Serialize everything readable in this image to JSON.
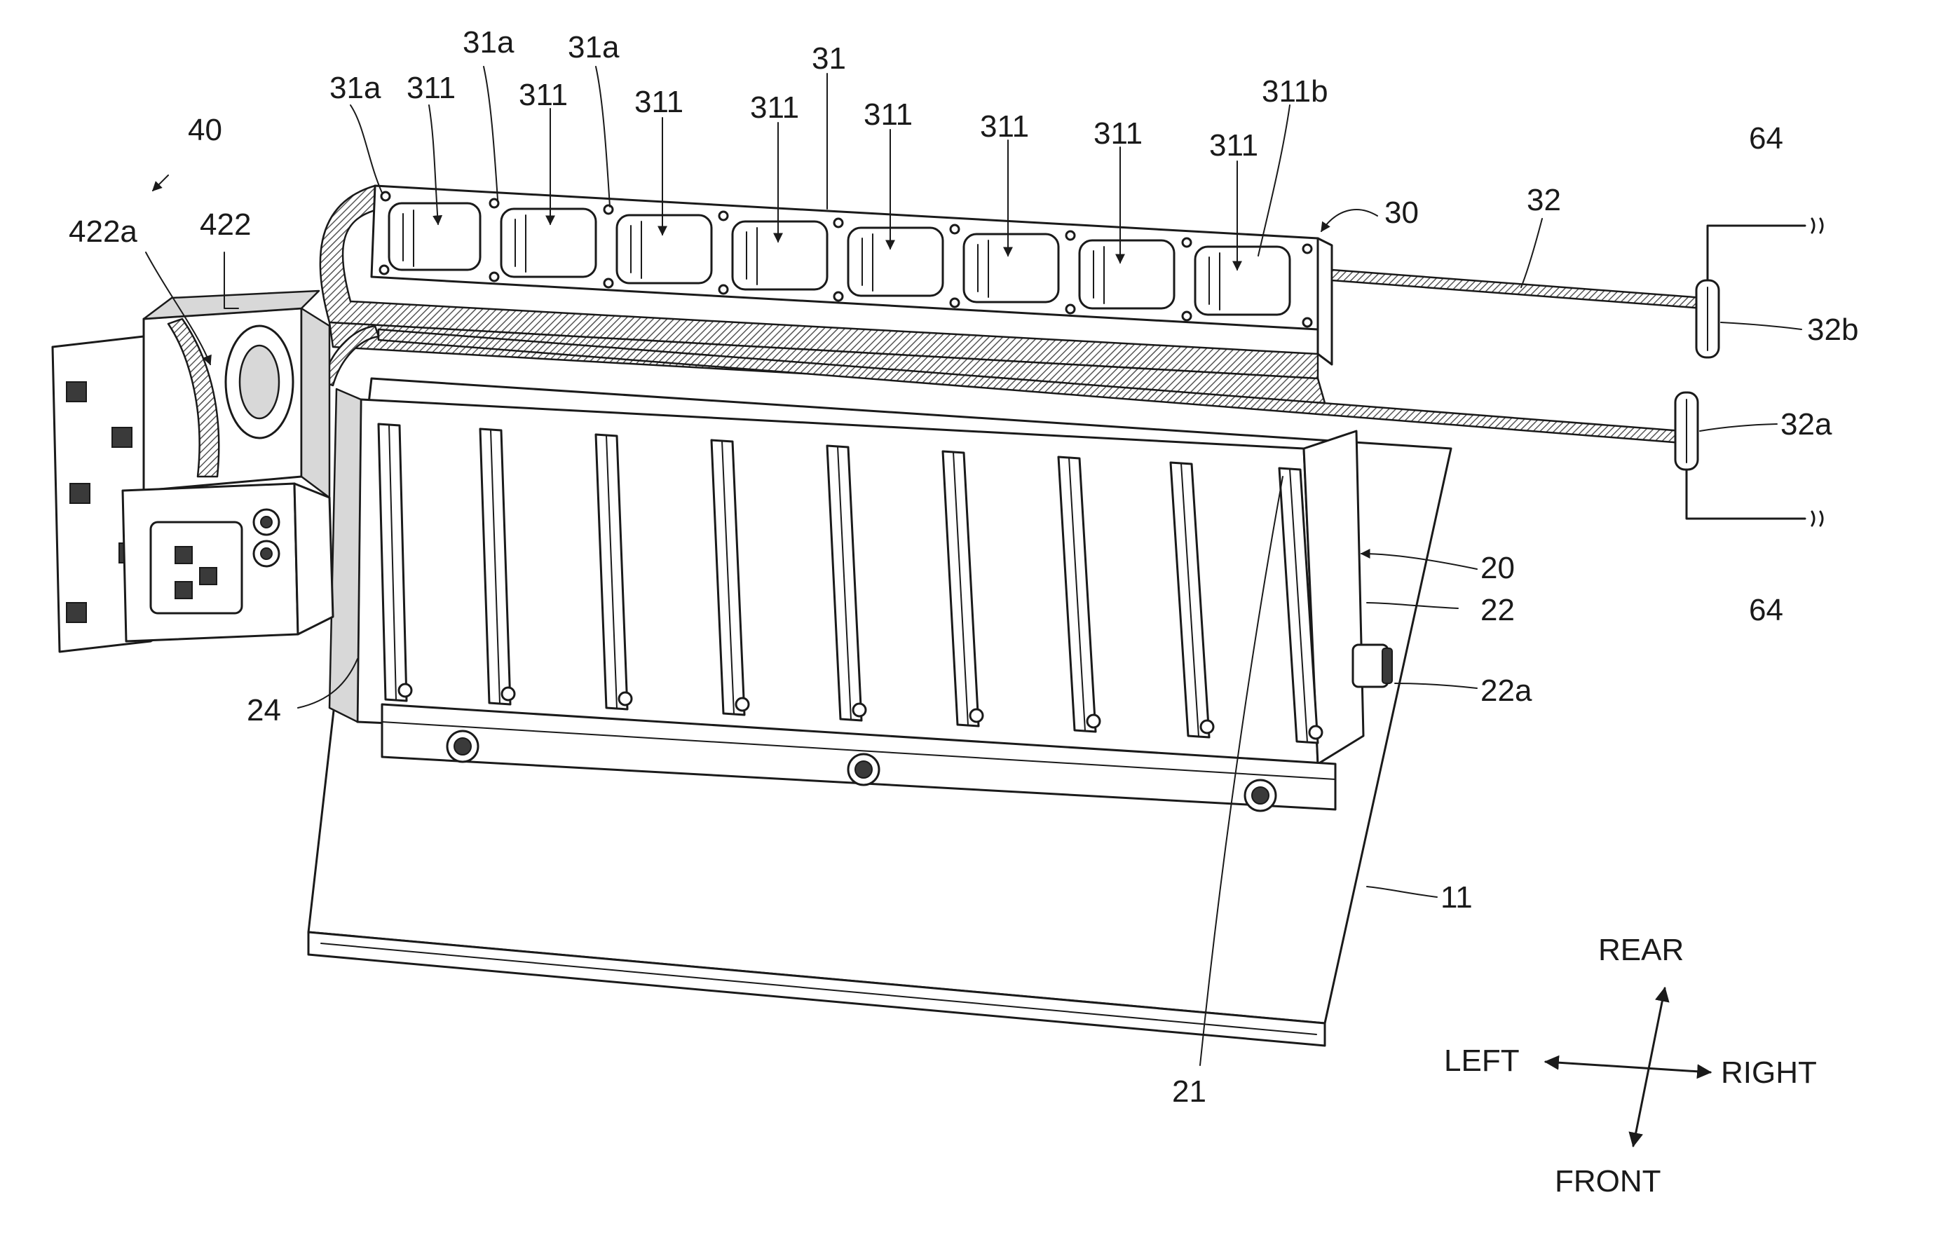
{
  "labels": {
    "n40": "40",
    "n422a": "422a",
    "n422": "422",
    "n31a_1": "31a",
    "n311_1": "311",
    "n31a_2": "31a",
    "n31a_3": "31a",
    "n311_2": "311",
    "n311_3": "311",
    "n31": "31",
    "n311_4": "311",
    "n311_5": "311",
    "n311_6": "311",
    "n311_7": "311",
    "n311_8": "311",
    "n311b": "311b",
    "n30": "30",
    "n32": "32",
    "n64_top": "64",
    "n32b": "32b",
    "n32a": "32a",
    "n64_bottom": "64",
    "n20": "20",
    "n22": "22",
    "n22a": "22a",
    "n24": "24",
    "n11": "11",
    "n21": "21"
  },
  "directions": {
    "rear": "REAR",
    "front": "FRONT",
    "left": "LEFT",
    "right": "RIGHT"
  }
}
